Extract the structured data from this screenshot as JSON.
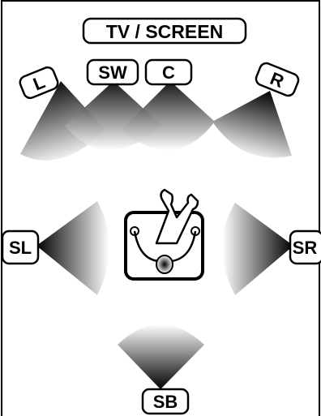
{
  "screen": {
    "label": "TV / SCREEN"
  },
  "speakers": {
    "left": "L",
    "subwoofer": "SW",
    "center": "C",
    "right": "R",
    "surround_left": "SL",
    "surround_right": "SR",
    "surround_back": "SB"
  },
  "colors": {
    "fill_dark": "#000000",
    "fill_light": "#ffffff",
    "stroke": "#000000"
  }
}
